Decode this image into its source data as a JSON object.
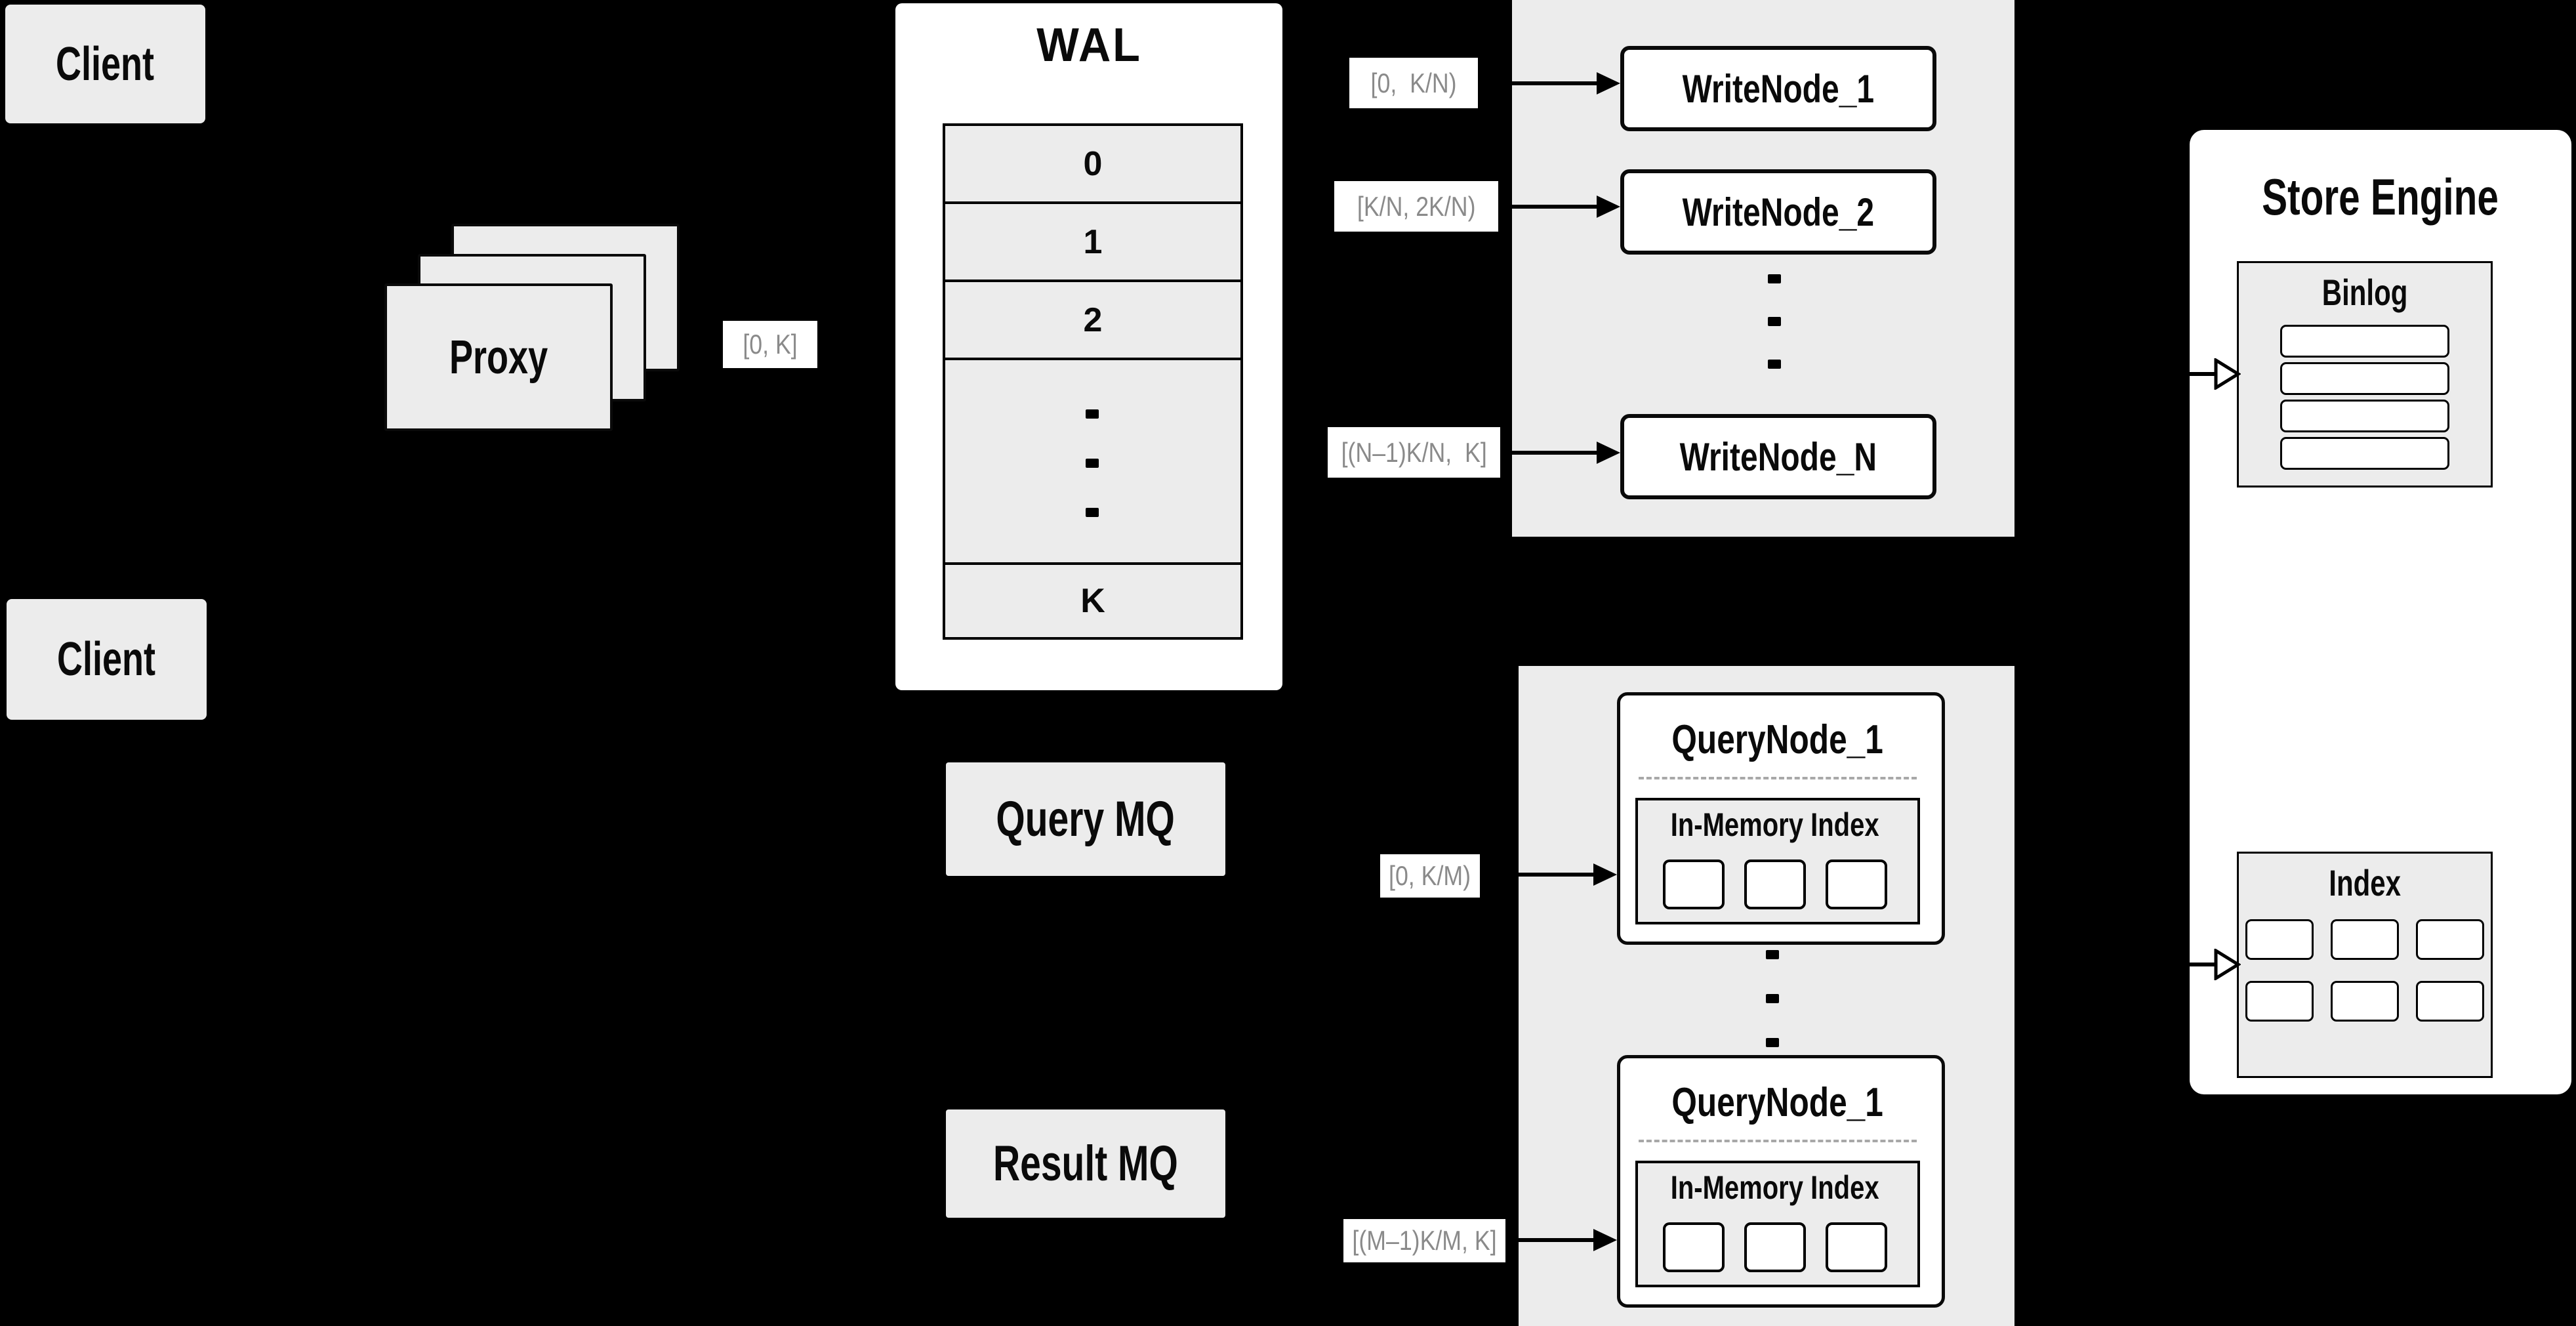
{
  "diagram_title": "Distributed vector database write/query path architecture",
  "colors": {
    "background": "#000000",
    "panel_gray": "#ececec",
    "box_white": "#ffffff",
    "line_black": "#000000",
    "range_label_text": "#8a8a8a",
    "dashed_divider": "#a8a8a8"
  },
  "nodes": {
    "client_top": "Client",
    "client_bottom": "Client",
    "proxy": "Proxy",
    "proxy_stack_count": 3,
    "query_mq": "Query MQ",
    "result_mq": "Result MQ"
  },
  "wal": {
    "title": "WAL",
    "slots": [
      "0",
      "1",
      "2",
      "K"
    ],
    "has_ellipsis": true
  },
  "write_nodes": {
    "items": [
      "WriteNode_1",
      "WriteNode_2",
      "WriteNode_N"
    ],
    "has_ellipsis": true
  },
  "query_nodes": {
    "items": [
      {
        "title": "QueryNode_1",
        "memory": "In-Memory Index",
        "segment_count": 3
      },
      {
        "title": "QueryNode_1",
        "memory": "In-Memory Index",
        "segment_count": 3
      }
    ],
    "has_ellipsis": true
  },
  "store_engine": {
    "title": "Store Engine",
    "binlog": {
      "title": "Binlog",
      "row_count": 4
    },
    "index": {
      "title": "Index",
      "cell_count": 6
    }
  },
  "range_labels": {
    "client_to_wal": "[0, K]",
    "wal_to_writenode_1": "[0,  K/N)",
    "wal_to_writenode_2": "[K/N, 2K/N)",
    "wal_to_writenode_n": "[(N–1)K/N,  K]",
    "to_querynode_top": "[0, K/M)",
    "to_querynode_bottom": "[(M–1)K/M, K]"
  }
}
